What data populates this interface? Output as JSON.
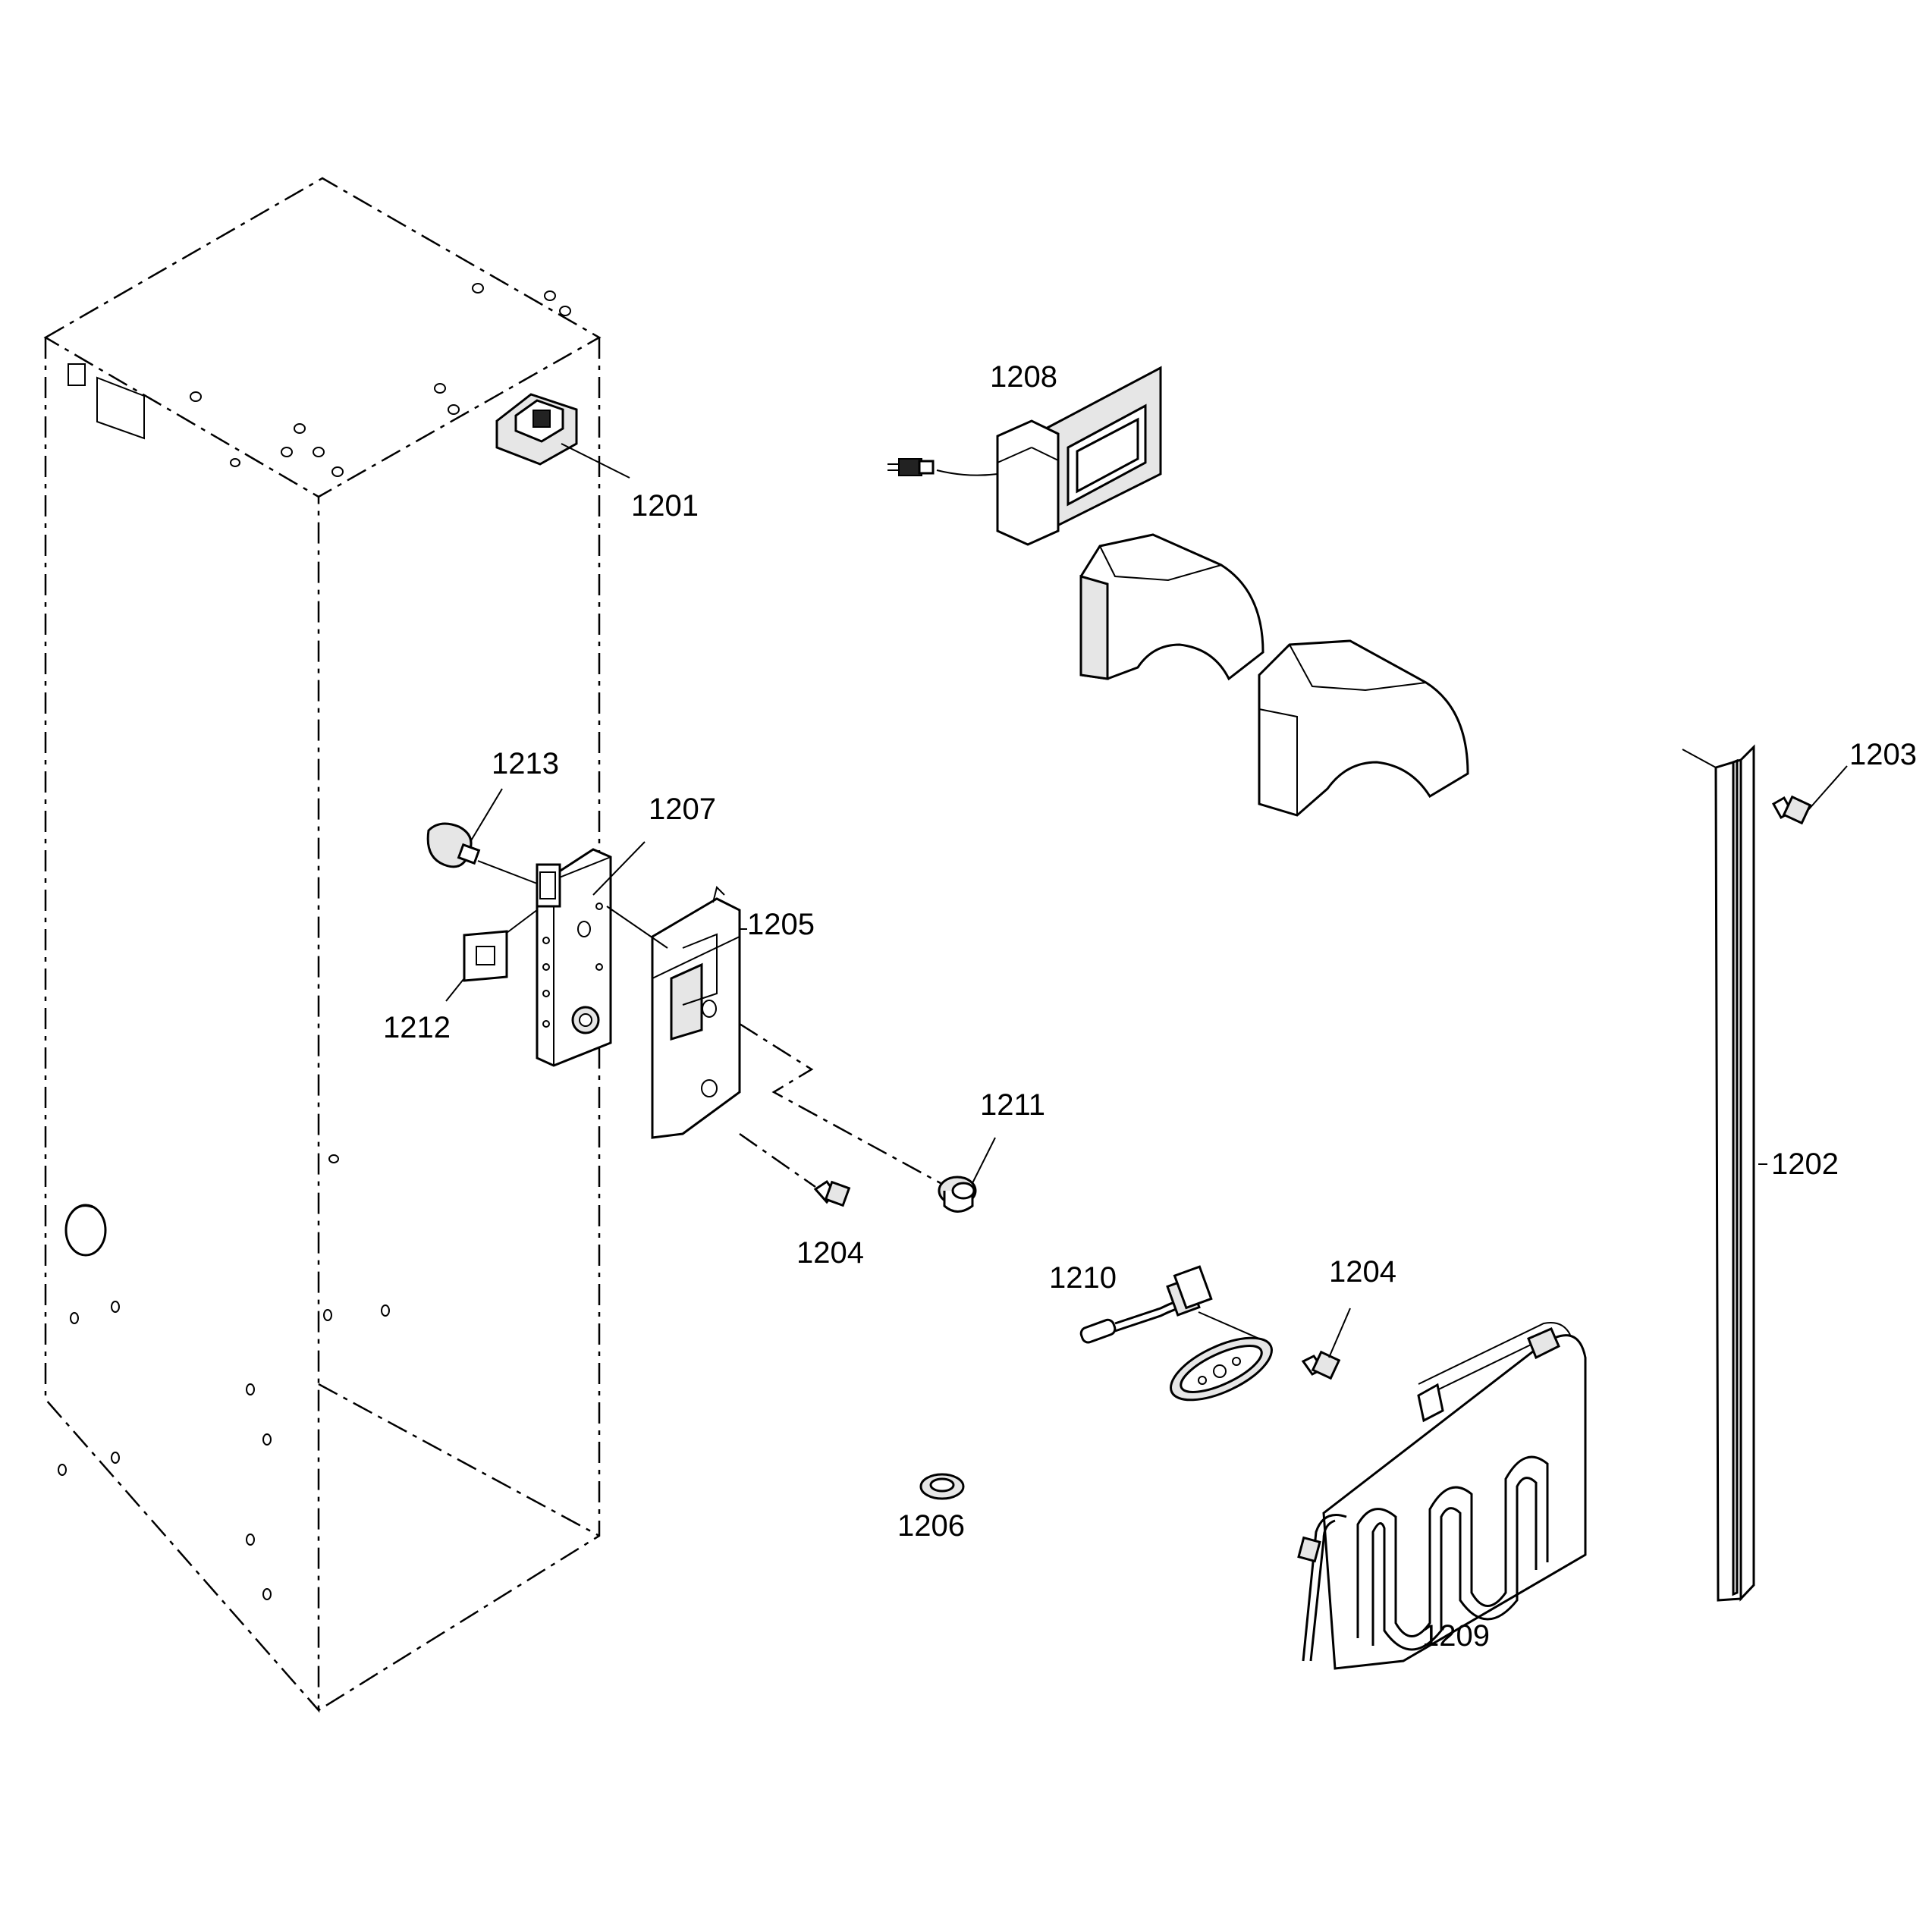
{
  "labels": {
    "p1201": "1201",
    "p1202": "1202",
    "p1203": "1203",
    "p1204a": "1204",
    "p1204b": "1204",
    "p1205": "1205",
    "p1206": "1206",
    "p1207": "1207",
    "p1208": "1208",
    "p1209": "1209",
    "p1210": "1210",
    "p1211": "1211",
    "p1212": "1212",
    "p1213": "1213"
  }
}
